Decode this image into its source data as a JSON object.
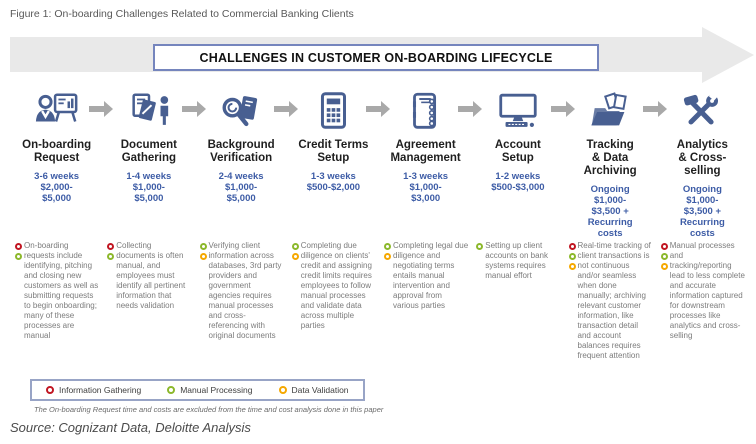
{
  "figure_caption": "Figure 1: On-boarding Challenges Related to Commercial Banking Clients",
  "banner": {
    "title": "CHALLENGES IN CUSTOMER ON-BOARDING LIFECYCLE"
  },
  "stages": [
    {
      "icon": "presenter-chart-icon",
      "title": "On-boarding\nRequest",
      "duration": "3-6 weeks\n$2,000-\n$5,000",
      "markers": [
        "red",
        "green"
      ],
      "description": "On-boarding requests include identifying, pitching and closing new customers as well as submitting requests to begin onboarding; many of these processes are manual"
    },
    {
      "icon": "documents-person-icon",
      "title": "Document\nGathering",
      "duration": "1-4 weeks\n$1,000-\n$5,000",
      "markers": [
        "red",
        "green"
      ],
      "description": "Collecting documents is often manual, and employees must identify all pertinent information that needs validation"
    },
    {
      "icon": "magnifier-document-icon",
      "title": "Background\nVerification",
      "duration": "2-4 weeks\n$1,000-\n$5,000",
      "markers": [
        "green",
        "yellow"
      ],
      "description": "Verifying client information across databases, 3rd party providers and government agencies requires manual processes and cross-referencing with original documents"
    },
    {
      "icon": "calculator-icon",
      "title": "Credit Terms\nSetup",
      "duration": "1-3 weeks\n$500-$2,000",
      "markers": [
        "green",
        "yellow"
      ],
      "description": "Completing due diligence on clients' credit and assigning credit limits requires employees to follow manual processes and validate data across multiple parties"
    },
    {
      "icon": "spiral-notebook-icon",
      "title": "Agreement\nManagement",
      "duration": "1-3 weeks\n$1,000-\n$3,000",
      "markers": [
        "green",
        "yellow"
      ],
      "description": "Completing legal due diligence and negotiating terms entails manual intervention and approval from various parties"
    },
    {
      "icon": "computer-monitor-icon",
      "title": "Account\nSetup",
      "duration": "1-2 weeks\n$500-$3,000",
      "markers": [
        "green"
      ],
      "description": "Setting up client accounts on bank systems requires manual effort"
    },
    {
      "icon": "folder-archive-icon",
      "title": "Tracking\n& Data\nArchiving",
      "duration": "Ongoing\n$1,000-\n$3,500 +\nRecurring\ncosts",
      "markers": [
        "red",
        "green",
        "yellow"
      ],
      "description": "Real-time tracking of client transactions is not continuous and/or seamless when done manually; archiving relevant customer information, like transaction detail and account balances requires frequent attention"
    },
    {
      "icon": "hammer-wrench-icon",
      "title": "Analytics\n& Cross-\nselling",
      "duration": "Ongoing\n$1,000-\n$3,500 +\nRecurring\ncosts",
      "markers": [
        "red",
        "green",
        "yellow"
      ],
      "description": "Manual processes and tracking/reporting lead to less complete and accurate information captured for downstream processes like analytics and cross-selling"
    }
  ],
  "legend": {
    "items": [
      {
        "key": "information-gathering",
        "label": "Information Gathering",
        "color": "#c11622"
      },
      {
        "key": "manual-processing",
        "label": "Manual Processing",
        "color": "#8cb82b"
      },
      {
        "key": "data-validation",
        "label": "Data Validation",
        "color": "#f5a800"
      }
    ]
  },
  "footnote": "The On-boarding Request time and costs are excluded from the time and cost analysis done in this paper",
  "source": "Source: Cognizant Data, Deloitte Analysis",
  "colors": {
    "icon_blue": "#485f91",
    "duration_blue": "#3d5ca6",
    "banner_border": "#7585bd",
    "banner_arrow_gray": "#e9e9e9",
    "flow_arrow_gray": "#a9a9a9",
    "marker_red": "#c11622",
    "marker_green": "#8cb82b",
    "marker_yellow": "#f5a800"
  }
}
